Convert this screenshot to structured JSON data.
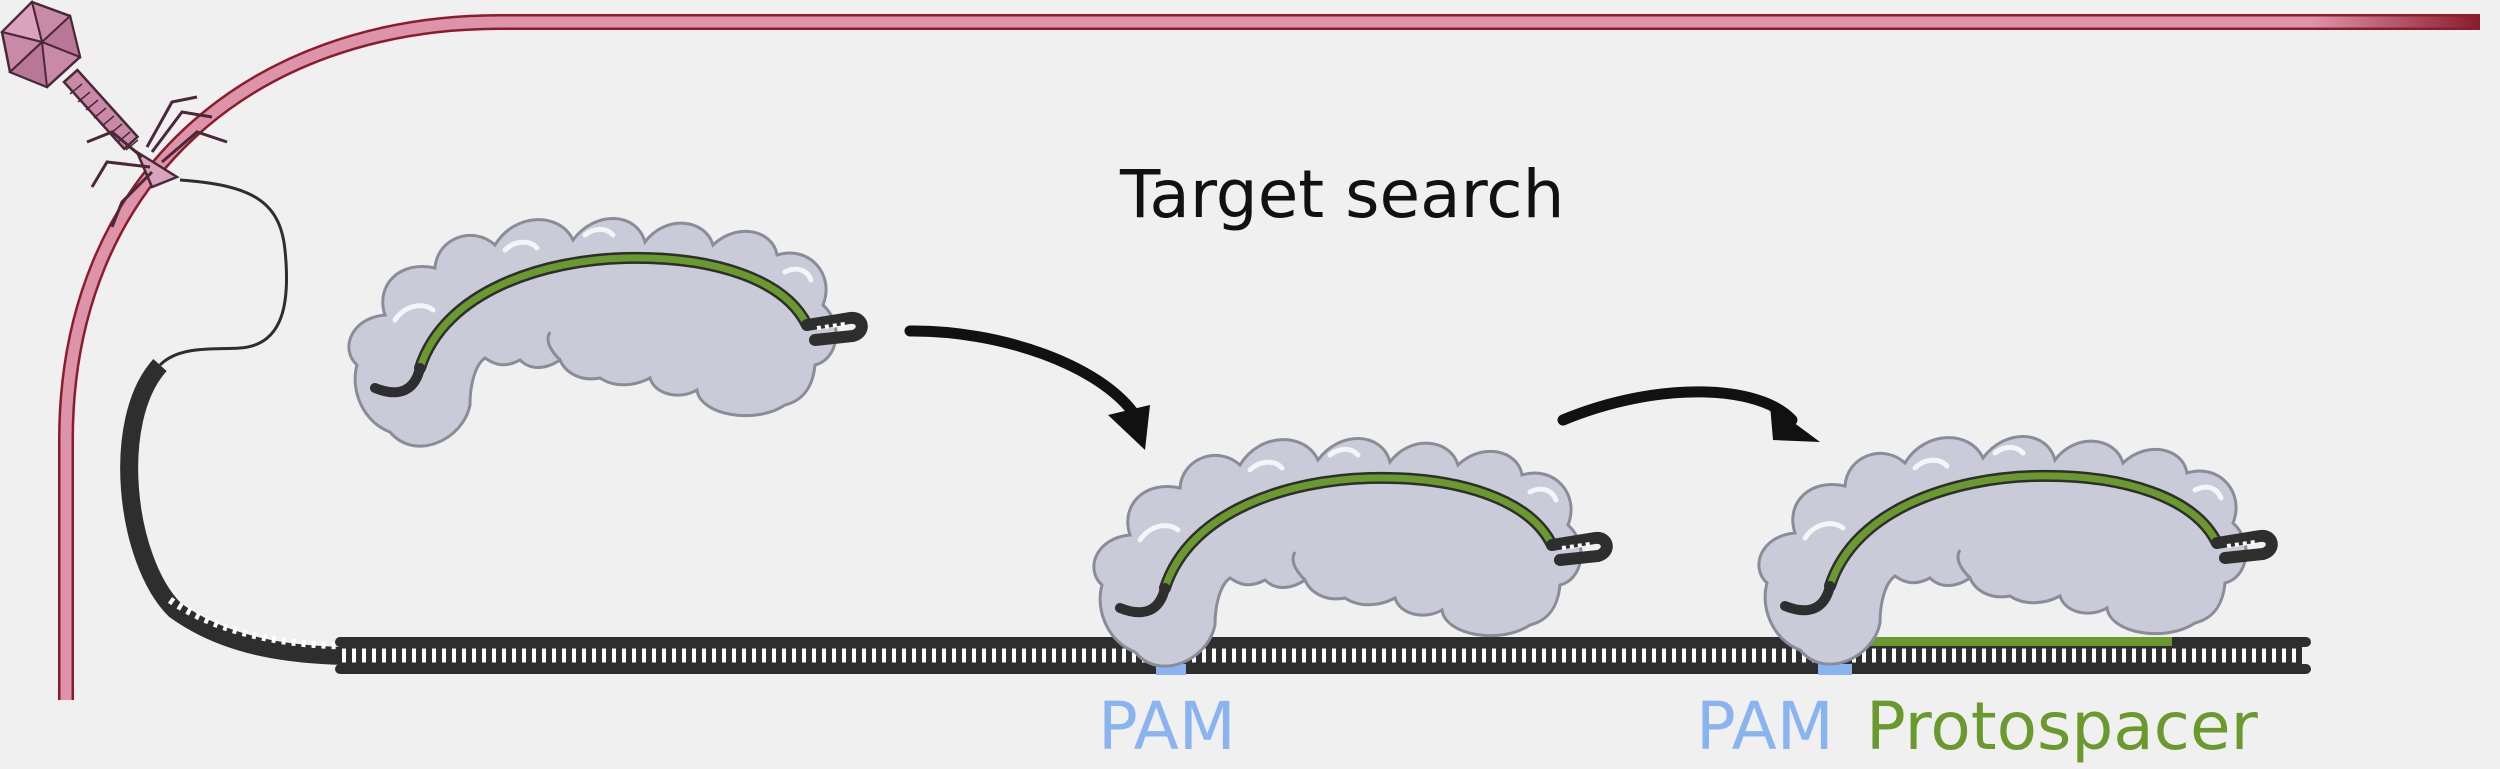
{
  "title": "Target search",
  "labels": {
    "pam_left": "PAM",
    "pam_right": "PAM",
    "protospacer": "Protospacer"
  },
  "colors": {
    "background": "#f0f0f0",
    "pam": "#8ab4f0",
    "protospacer": "#6a9a2e",
    "guide_rna": "#6a9a2e",
    "protein": "#c9ccd8",
    "protein_outline": "#8a8d98",
    "dna": "#2e2e2e",
    "cell_membrane": "#dd94a8",
    "cell_membrane_edge": "#8a1c2c",
    "phage": "#c98aa8"
  },
  "icons": [
    "phage-icon",
    "cas-complex-icon",
    "arrow-icon"
  ]
}
